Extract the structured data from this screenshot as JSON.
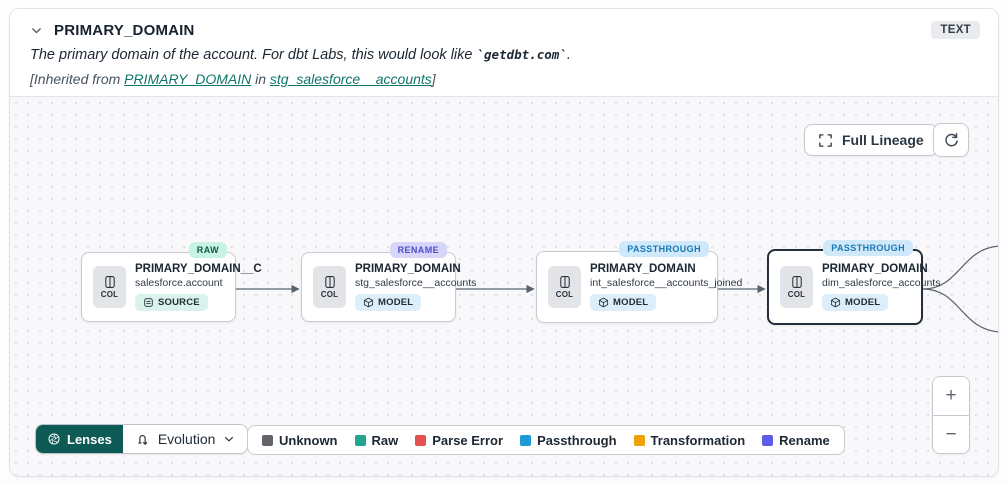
{
  "header": {
    "title": "PRIMARY_DOMAIN",
    "type_badge": "TEXT",
    "description": {
      "prefix": "The primary domain of the account. For dbt Labs, this would look like ",
      "code": "`getdbt.com`",
      "suffix": "."
    },
    "inherited": {
      "prefix": "[Inherited from ",
      "column_link": "PRIMARY_DOMAIN",
      "middle": " in ",
      "model_link": "stg_salesforce__accounts",
      "suffix": "]"
    }
  },
  "toolbar": {
    "full_lineage_label": "Full Lineage"
  },
  "badge_styles": {
    "raw": {
      "bg": "#c7f3e1",
      "fg": "#15594d"
    },
    "rename": {
      "bg": "#d7d6f8",
      "fg": "#4e4ccb"
    },
    "passthrough": {
      "bg": "#cfe9fa",
      "fg": "#1878b5"
    }
  },
  "nodes": [
    {
      "badge": "RAW",
      "badge_type": "raw",
      "col_label": "COL",
      "title": "PRIMARY_DOMAIN__C",
      "subtitle": "salesforce.account",
      "resource_type": "SOURCE",
      "selected": false
    },
    {
      "badge": "RENAME",
      "badge_type": "rename",
      "col_label": "COL",
      "title": "PRIMARY_DOMAIN",
      "subtitle": "stg_salesforce__accounts",
      "resource_type": "MODEL",
      "selected": false
    },
    {
      "badge": "PASSTHROUGH",
      "badge_type": "passthrough",
      "col_label": "COL",
      "title": "PRIMARY_DOMAIN",
      "subtitle": "int_salesforce__accounts_joined",
      "resource_type": "MODEL",
      "selected": false
    },
    {
      "badge": "PASSTHROUGH",
      "badge_type": "passthrough",
      "col_label": "COL",
      "title": "PRIMARY_DOMAIN",
      "subtitle": "dim_salesforce_accounts",
      "resource_type": "MODEL",
      "selected": true
    }
  ],
  "lenses": {
    "button_label": "Lenses",
    "active_lens": "Evolution"
  },
  "legend": [
    {
      "label": "Unknown",
      "color": "#64646a"
    },
    {
      "label": "Raw",
      "color": "#21a58e"
    },
    {
      "label": "Parse Error",
      "color": "#e25252"
    },
    {
      "label": "Passthrough",
      "color": "#1d9bd8"
    },
    {
      "label": "Transformation",
      "color": "#eea203"
    },
    {
      "label": "Rename",
      "color": "#5d5ce6"
    }
  ],
  "zoom_controls": {
    "zoom_in": "+",
    "zoom_out": "−"
  }
}
